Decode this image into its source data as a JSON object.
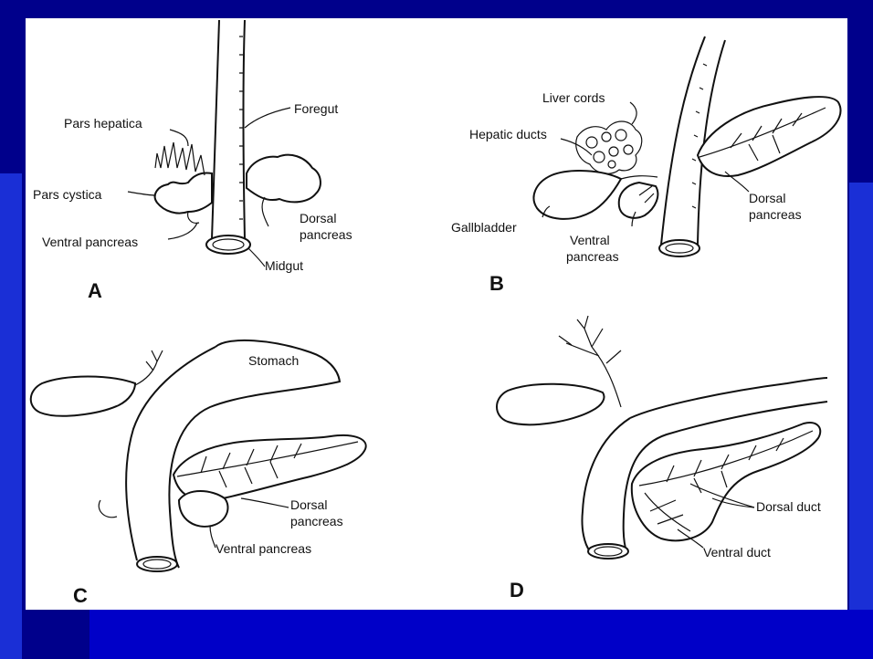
{
  "colors": {
    "background": "#00008b",
    "accent_band": "#1a2fd6",
    "panel": "#ffffff",
    "ink": "#111111"
  },
  "panels": {
    "a": {
      "letter": "A",
      "labels": {
        "foregut": "Foregut",
        "pars_hepatica": "Pars hepatica",
        "pars_cystica": "Pars cystica",
        "dorsal_pancreas_1": "Dorsal",
        "dorsal_pancreas_2": "pancreas",
        "ventral_pancreas": "Ventral pancreas",
        "midgut": "Midgut"
      }
    },
    "b": {
      "letter": "B",
      "labels": {
        "liver_cords": "Liver cords",
        "hepatic_ducts": "Hepatic ducts",
        "gallbladder": "Gallbladder",
        "ventral_pancreas_1": "Ventral",
        "ventral_pancreas_2": "pancreas",
        "dorsal_pancreas_1": "Dorsal",
        "dorsal_pancreas_2": "pancreas"
      }
    },
    "c": {
      "letter": "C",
      "labels": {
        "stomach": "Stomach",
        "dorsal_pancreas_1": "Dorsal",
        "dorsal_pancreas_2": "pancreas",
        "ventral_pancreas": "Ventral pancreas"
      }
    },
    "d": {
      "letter": "D",
      "labels": {
        "dorsal_duct": "Dorsal duct",
        "ventral_duct": "Ventral duct"
      }
    }
  }
}
